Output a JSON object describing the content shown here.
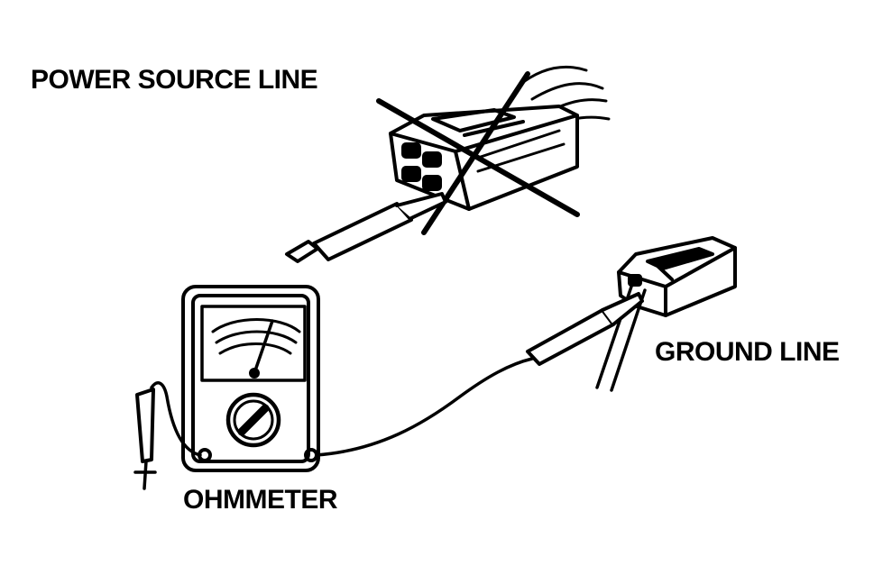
{
  "labels": {
    "power_source_line": "POWER SOURCE LINE",
    "ground_line": "GROUND LINE",
    "ohmmeter": "OHMMETER"
  },
  "colors": {
    "ink": "#000000",
    "paper": "#ffffff"
  }
}
